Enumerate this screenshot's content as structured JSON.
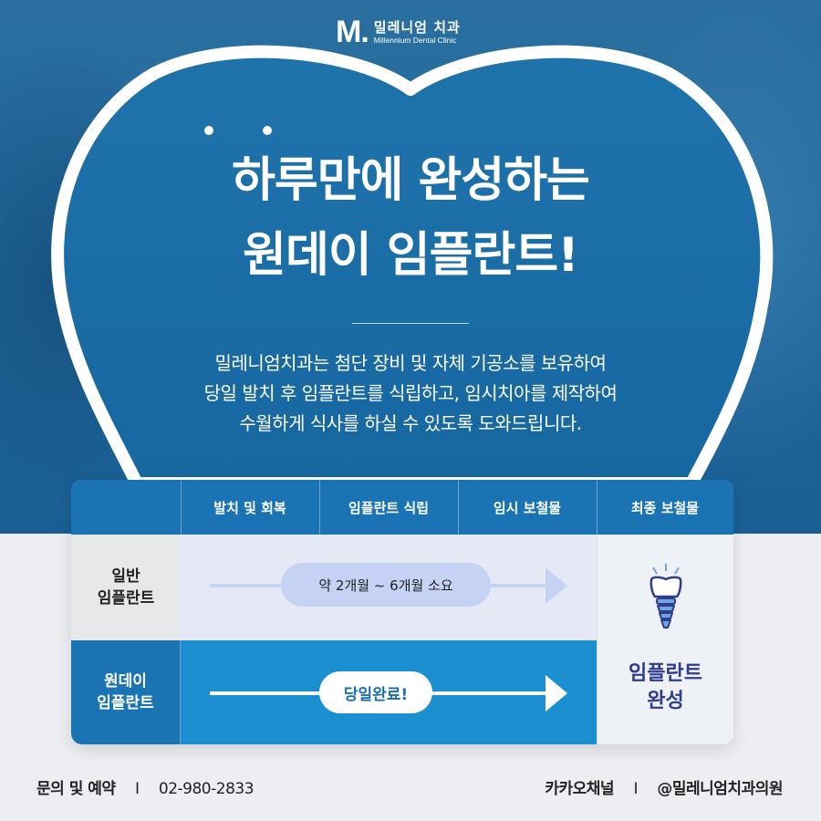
{
  "logo": {
    "mark": "M.",
    "name_kr": "밀레니엄 치과",
    "name_en": "Millennium Dental Clinic"
  },
  "headline": {
    "line1": "하루만에 완성하는",
    "line2": "원데이 임플란트!"
  },
  "description": {
    "line1": "밀레니엄치과는 첨단 장비 및 자체 기공소를 보유하여",
    "line2": "당일 발치 후 임플란트를 식립하고, 임시치아를 제작하여",
    "line3": "수월하게 식사를 하실 수 있도록 도와드립니다."
  },
  "table": {
    "headers": [
      "발치 및 회복",
      "임플란트 식립",
      "임시 보철물",
      "최종 보철물"
    ],
    "row1": {
      "label_line1": "일반",
      "label_line2": "임플란트",
      "duration": "약 2개월 ~ 6개월 소요"
    },
    "row2": {
      "label_line1": "원데이",
      "label_line2": "임플란트",
      "duration": "당일완료!"
    },
    "final": {
      "line1": "임플란트",
      "line2": "완성",
      "icon": "tooth-implant-icon"
    }
  },
  "footer": {
    "contact_label": "문의 및 예약",
    "separator": "I",
    "phone": "02-980-2833",
    "kakao_label": "카카오채널",
    "kakao_id": "@밀레니엄치과의원"
  },
  "colors": {
    "primary_blue": "#1a74b3",
    "bright_blue": "#1b8fd0",
    "text_navy": "#2f3d8f",
    "pill_light": "#c5d2f4"
  }
}
